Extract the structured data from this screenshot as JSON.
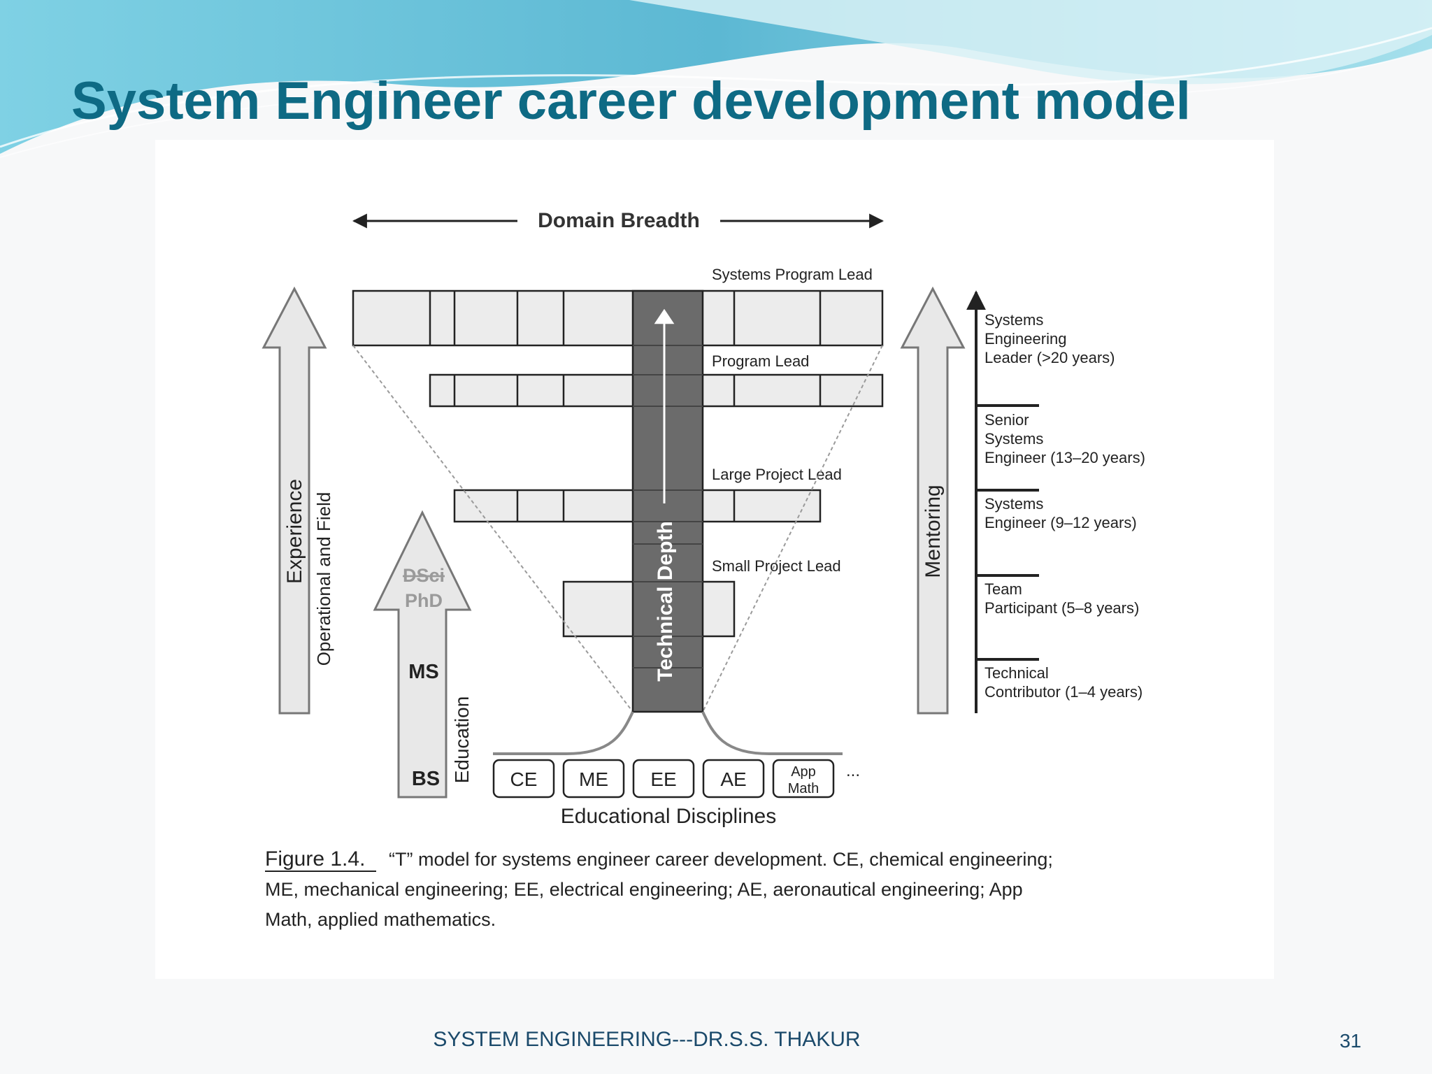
{
  "slide": {
    "title": "System Engineer career development model",
    "footer": "SYSTEM ENGINEERING---DR.S.S. THAKUR",
    "page_number": "31"
  },
  "figure": {
    "domain_breadth": "Domain Breadth",
    "technical_depth": "Technical Depth",
    "experience": "Experience",
    "operational_field": "Operational and Field",
    "education": "Education",
    "mentoring": "Mentoring",
    "degrees": {
      "dsci": "DSci",
      "phd": "PhD",
      "ms": "MS",
      "bs": "BS"
    },
    "levels": [
      {
        "label": "Systems Program Lead"
      },
      {
        "label": "Program Lead"
      },
      {
        "label": "Large Project Lead"
      },
      {
        "label": "Small Project Lead"
      }
    ],
    "disciplines": {
      "items": [
        {
          "label": "CE"
        },
        {
          "label": "ME"
        },
        {
          "label": "EE"
        },
        {
          "label": "AE"
        },
        {
          "line1": "App",
          "line2": "Math"
        }
      ],
      "ellipsis": "...",
      "caption": "Educational Disciplines"
    },
    "career_stages": [
      {
        "lines": [
          "Systems",
          "Engineering",
          "Leader (>20 years)"
        ]
      },
      {
        "lines": [
          "Senior",
          "Systems",
          "Engineer (13–20 years)"
        ]
      },
      {
        "lines": [
          "Systems",
          "Engineer (9–12 years)"
        ]
      },
      {
        "lines": [
          "Team",
          "Participant (5–8 years)"
        ]
      },
      {
        "lines": [
          "Technical",
          "Contributor (1–4 years)"
        ]
      }
    ],
    "caption": {
      "label": "Figure 1.4.",
      "line1": "“T” model for systems engineer career development. CE, chemical engineering;",
      "line2": "ME, mechanical engineering; EE, electrical engineering; AE, aeronautical engineering; App",
      "line3": "Math, applied mathematics."
    }
  },
  "colors": {
    "title": "#0e6a84",
    "wave_light": "#bfe9f2",
    "wave_mid": "#5fc2da",
    "panel": "#ffffff",
    "bar_fill": "#ececec",
    "stem": "#6b6b6b",
    "ink": "#222222"
  }
}
